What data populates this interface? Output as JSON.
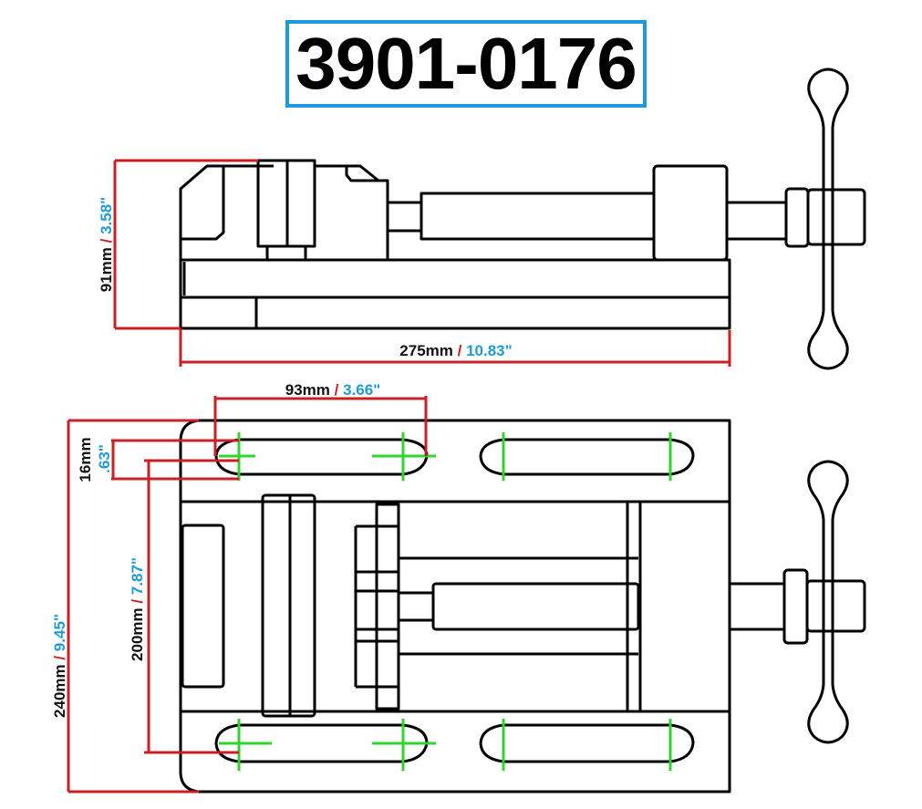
{
  "title": "3901-0176",
  "dimensions": {
    "height": {
      "mm": "91mm",
      "sep": " / ",
      "in": "3.58\""
    },
    "length": {
      "mm": "275mm",
      "sep": " / ",
      "in": "10.83\""
    },
    "slot_spacing": {
      "mm": "93mm",
      "sep": " / ",
      "in": "3.66\""
    },
    "slot_width": {
      "mm": "16mm",
      "in": ".63\""
    },
    "hole_spacing": {
      "mm": "200mm",
      "sep": " / ",
      "in": "7.87\""
    },
    "width": {
      "mm": "240mm",
      "sep": " / ",
      "in": "9.45\""
    }
  },
  "colors": {
    "dimension_line": "#cc1f24",
    "inch_text": "#1e9bd7",
    "center_mark": "#2fd42f",
    "title_border": "#1e9bd7"
  }
}
